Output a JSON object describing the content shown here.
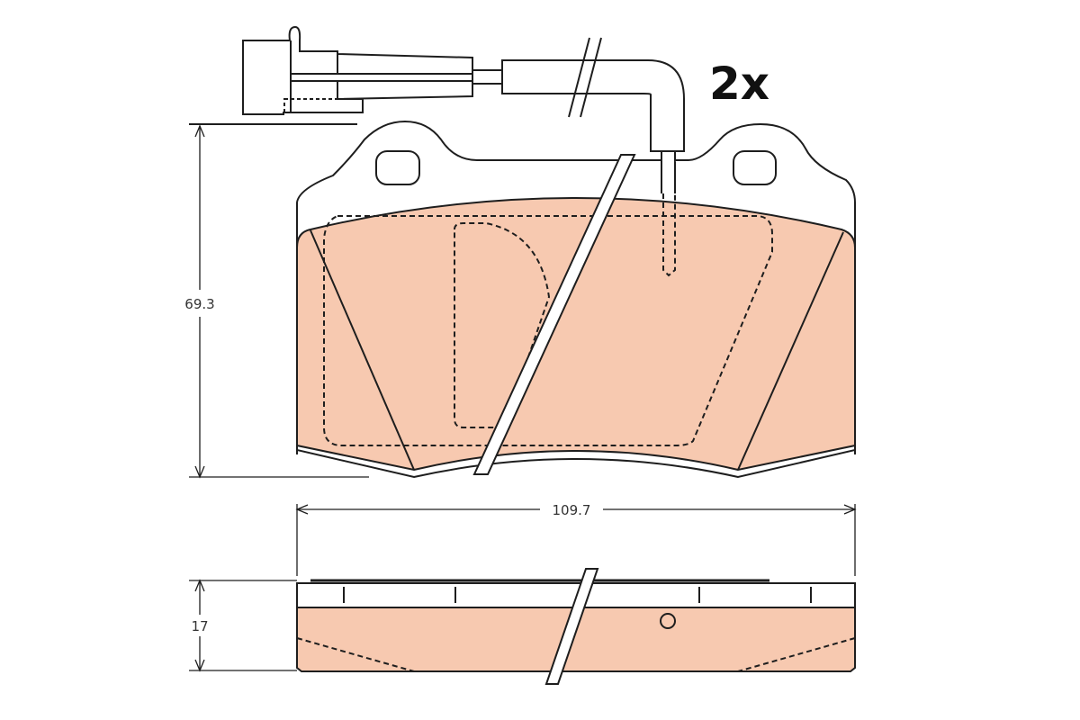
{
  "quantity_label": "2x",
  "dimensions": {
    "height": "69.3",
    "width": "109.7",
    "thickness": "17"
  },
  "colors": {
    "friction_material": "#f7c9b0",
    "line": "#1e1e1e",
    "background": "#ffffff"
  }
}
